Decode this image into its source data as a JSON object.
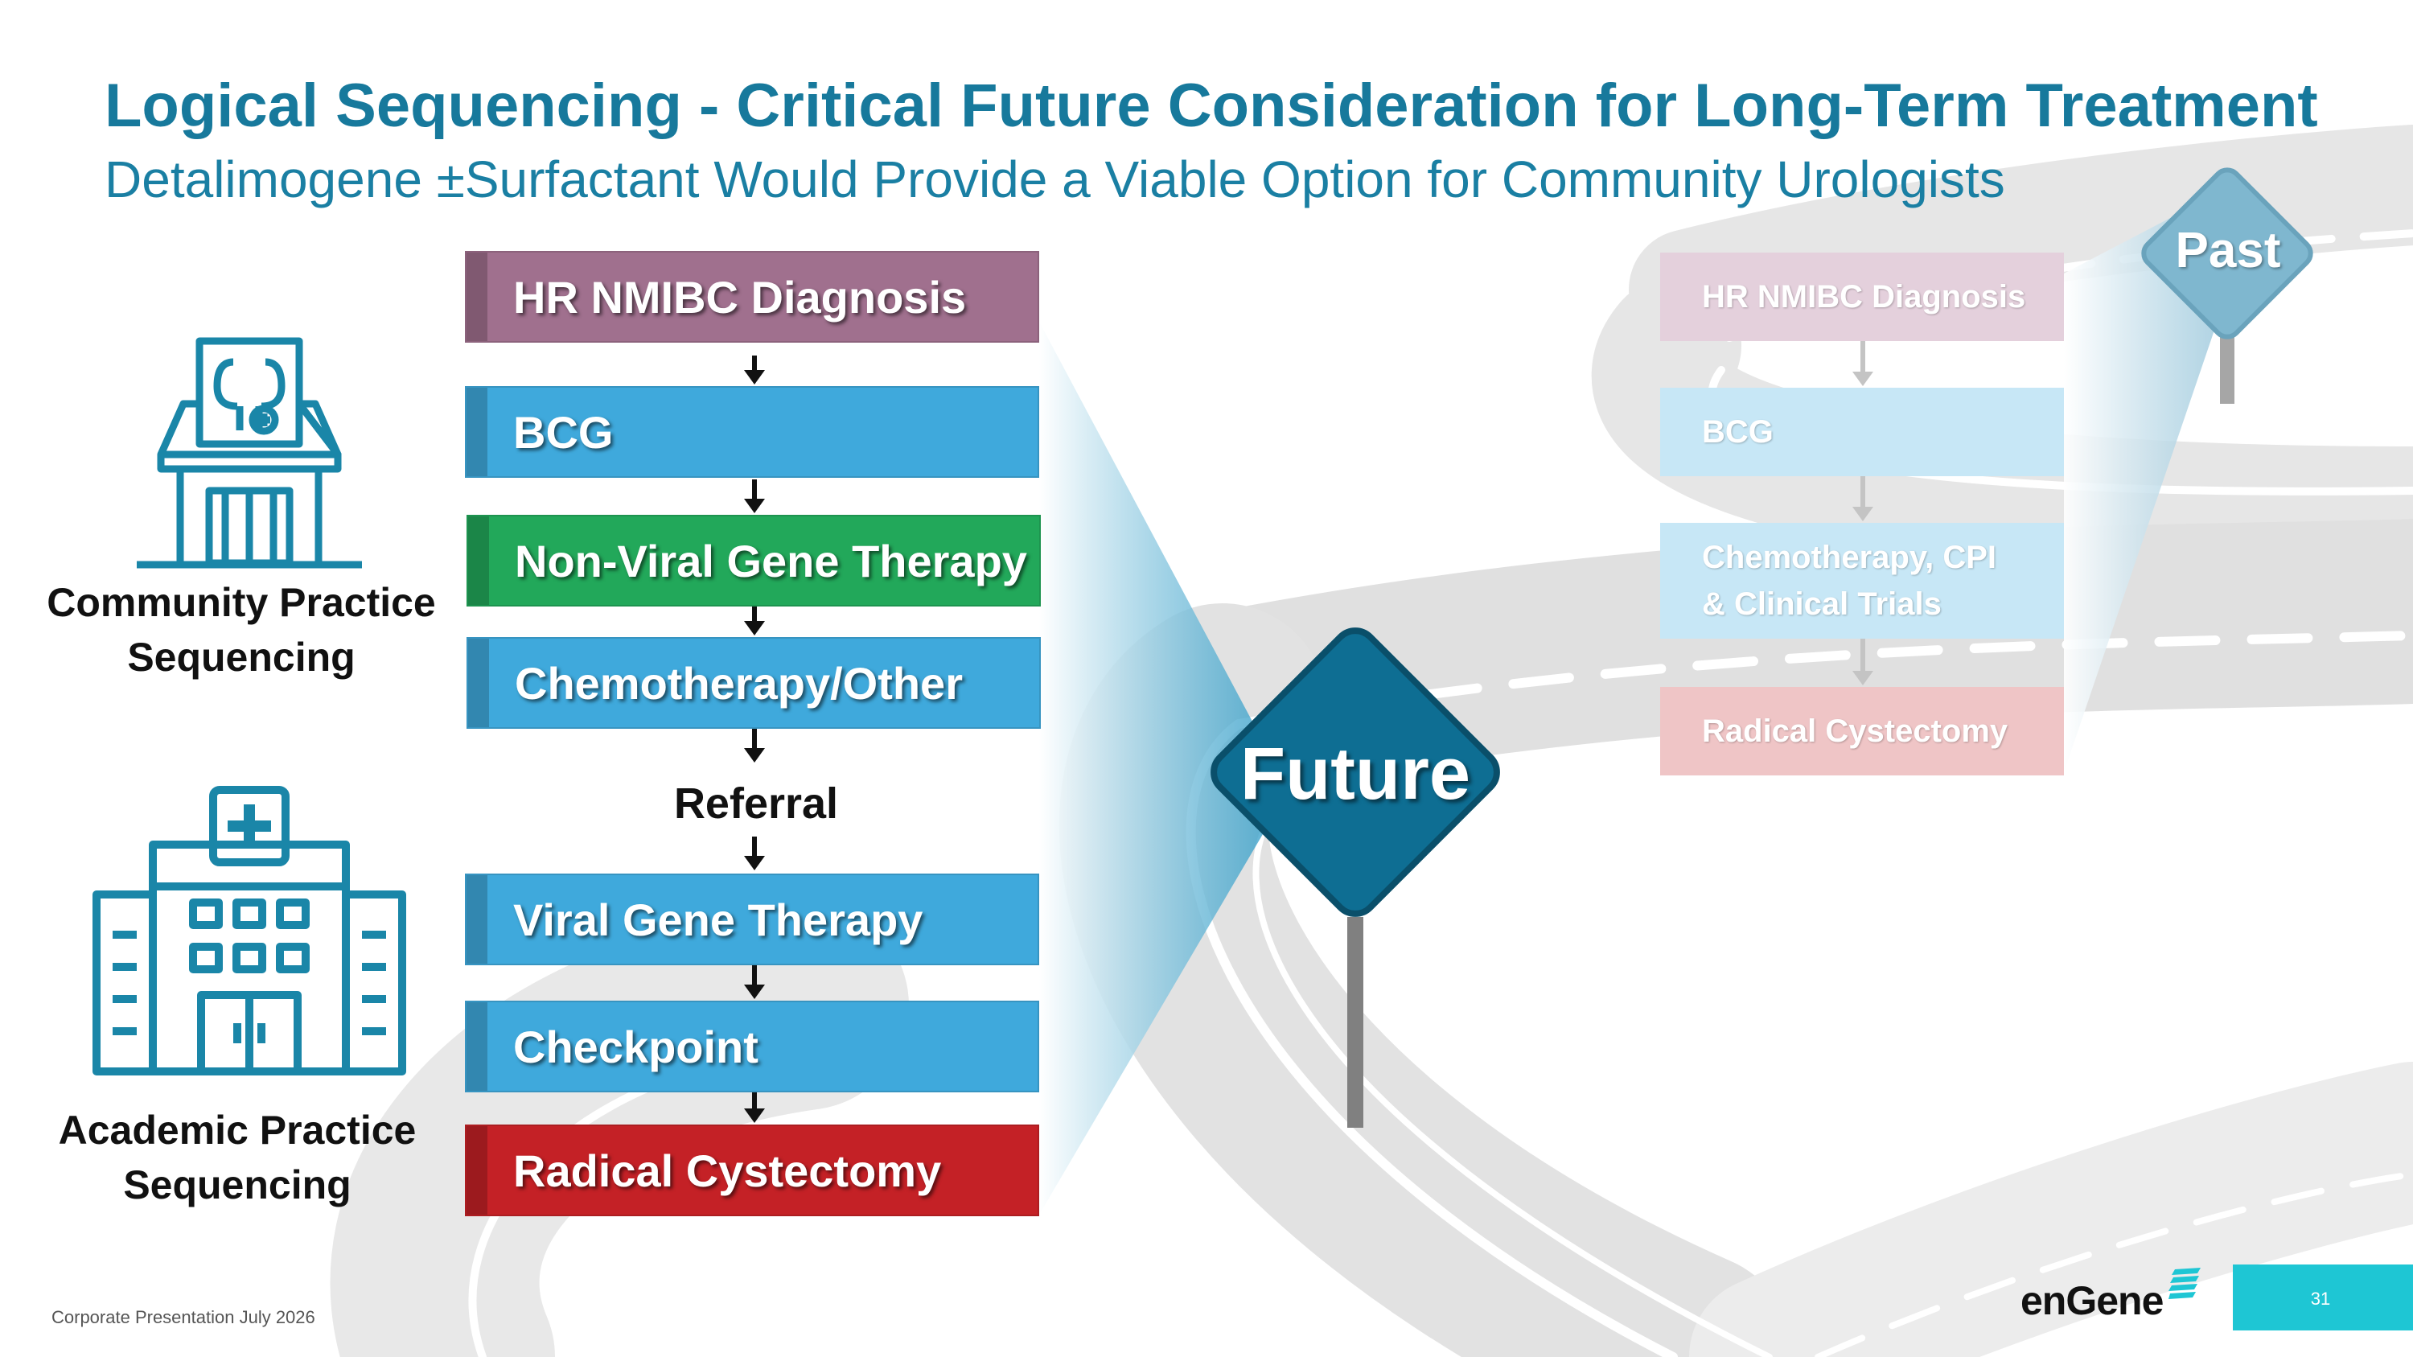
{
  "header": {
    "title": "Logical Sequencing - Critical Future Consideration for Long-Term Treatment",
    "subtitle": "Detalimogene ±Surfactant Would Provide a Viable Option for Community Urologists"
  },
  "side_labels": {
    "community": [
      "Community Practice",
      "Sequencing"
    ],
    "academic": [
      "Academic Practice",
      "Sequencing"
    ]
  },
  "future_flow": [
    {
      "label": "HR NMIBC Diagnosis",
      "color": "#a0708e"
    },
    {
      "label": "BCG",
      "color": "#3fa9dc"
    },
    {
      "label": "Non-Viral Gene Therapy",
      "color": "#22a85a"
    },
    {
      "label": "Chemotherapy/Other",
      "color": "#3fa9dc"
    },
    {
      "label": "Viral Gene Therapy",
      "color": "#3fa9dc"
    },
    {
      "label": "Checkpoint",
      "color": "#3fa9dc"
    },
    {
      "label": "Radical Cystectomy",
      "color": "#c42126"
    }
  ],
  "referral_label": "Referral",
  "signs": {
    "future": "Future",
    "past": "Past",
    "future_color": "#0e6e93",
    "past_color": "#7fb7cf"
  },
  "past_flow": [
    {
      "label": "HR NMIBC Diagnosis",
      "color": "#e4d0dc"
    },
    {
      "label": "BCG",
      "color": "#c7e7f6"
    },
    {
      "label": "Chemotherapy, CPI",
      "label2": "& Clinical Trials",
      "color": "#c7e7f6"
    },
    {
      "label": "Radical Cystectomy",
      "color": "#efc5c6"
    }
  ],
  "footer": {
    "note": "Corporate Presentation July 2026",
    "page_number": "31",
    "logo": "enGene"
  }
}
